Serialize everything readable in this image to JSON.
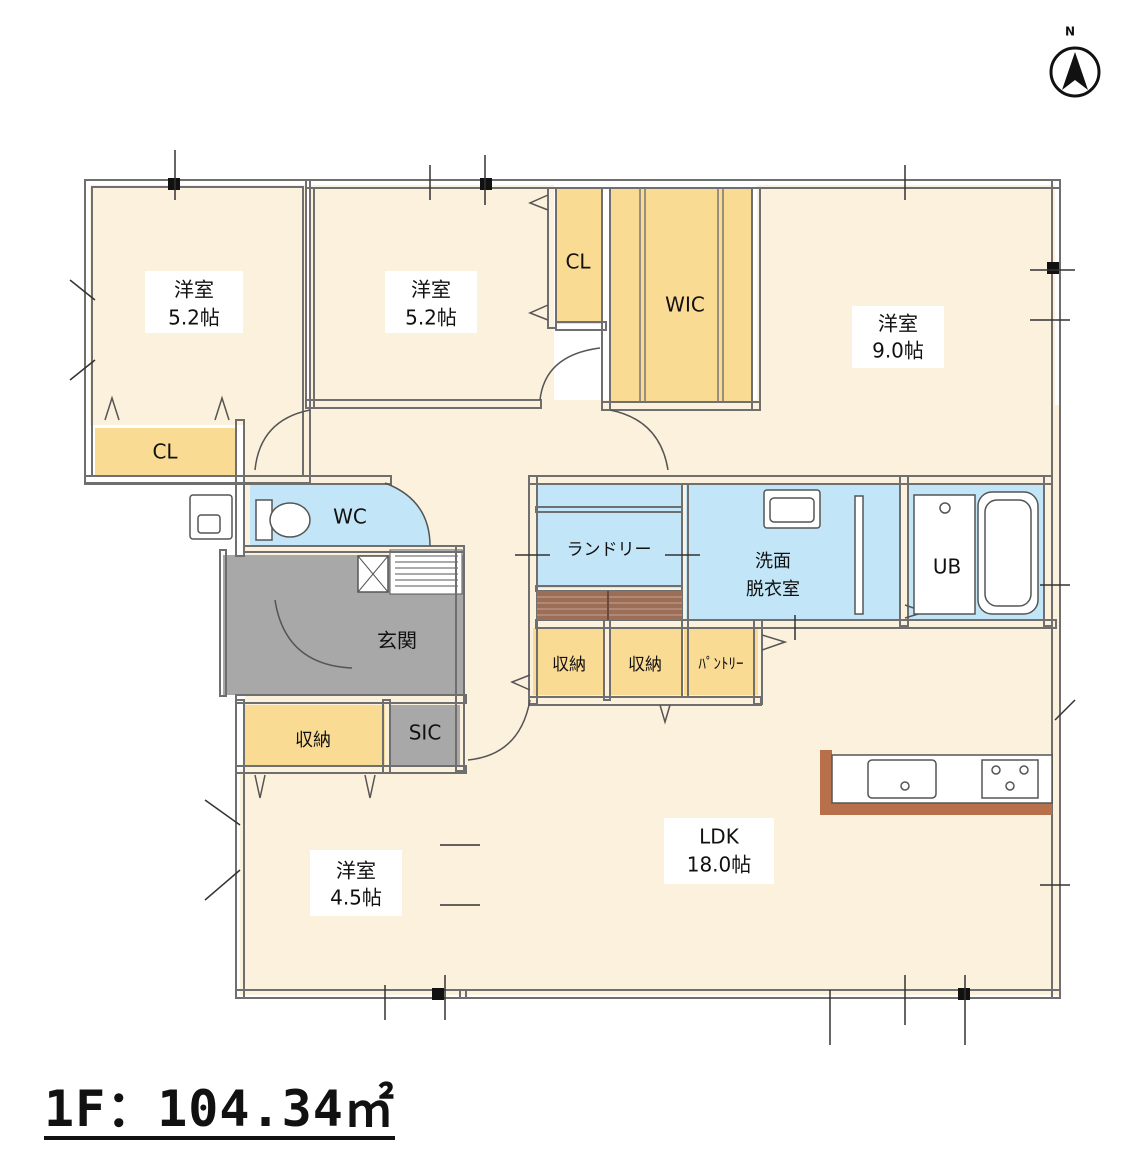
{
  "floor_plan": {
    "compass": {
      "label": "N"
    },
    "colors": {
      "room": "#fcf1dc",
      "storage": "#fadb94",
      "wet": "#c2e6f7",
      "entrance": "#a8a8a8",
      "wall": "#6f6f6f",
      "counter_wood": "#b8704a"
    },
    "rooms": {
      "western_nw": {
        "name": "洋室",
        "size": "5.2帖"
      },
      "western_n2": {
        "name": "洋室",
        "size": "5.2帖"
      },
      "western_ne": {
        "name": "洋室",
        "size": "9.0帖"
      },
      "western_sw": {
        "name": "洋室",
        "size": "4.5帖"
      },
      "ldk": {
        "name": "LDK",
        "size": "18.0帖"
      },
      "cl_west": "CL",
      "cl_north": "CL",
      "wic": "WIC",
      "wc": "WC",
      "laundry": "ランドリー",
      "washroom": {
        "line1": "洗面",
        "line2": "脱衣室"
      },
      "ub": "UB",
      "genkan": "玄関",
      "storage_1": "収納",
      "storage_2": "収納",
      "pantry": "ﾊﾟﾝﾄﾘｰ",
      "storage_entry": "収納",
      "sic": "SIC"
    },
    "area_label": "1F：104.34㎡"
  }
}
